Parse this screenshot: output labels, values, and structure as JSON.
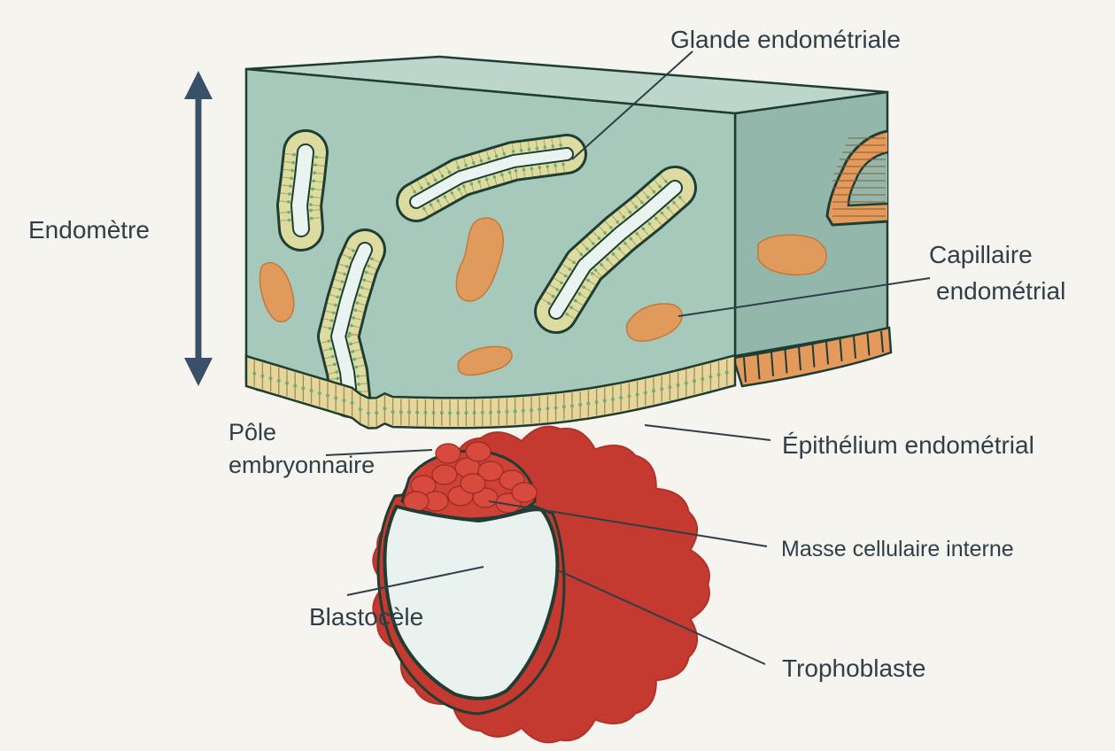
{
  "labels": {
    "endometre": "Endomètre",
    "glande": "Glande endométriale",
    "capillaire_1": "Capillaire",
    "capillaire_2": "endométrial",
    "epithelium": "Épithélium endométrial",
    "pole_1": "Pôle",
    "pole_2": "embryonnaire",
    "masse": "Masse cellulaire interne",
    "blastocele": "Blastocèle",
    "trophoblaste": "Trophoblaste"
  },
  "colors": {
    "tissue_front": "#a6c9bc",
    "tissue_top": "#bcd6cb",
    "tissue_side": "#93b7ab",
    "outline": "#1f3d32",
    "gland_epithelium": "#dcdca0",
    "gland_lumen": "#e9f3ef",
    "capillary": "#e09a5c",
    "epithelium_cells": "#e6d69b",
    "side_cells": "#e39a5c",
    "trophoblast": "#c43a30",
    "inner_cell_mass": "#cf4237",
    "blastocoel": "#e9f2ee",
    "arrow": "#3a5068",
    "leader": "#2f3e48",
    "background": "#f5f4ef"
  }
}
